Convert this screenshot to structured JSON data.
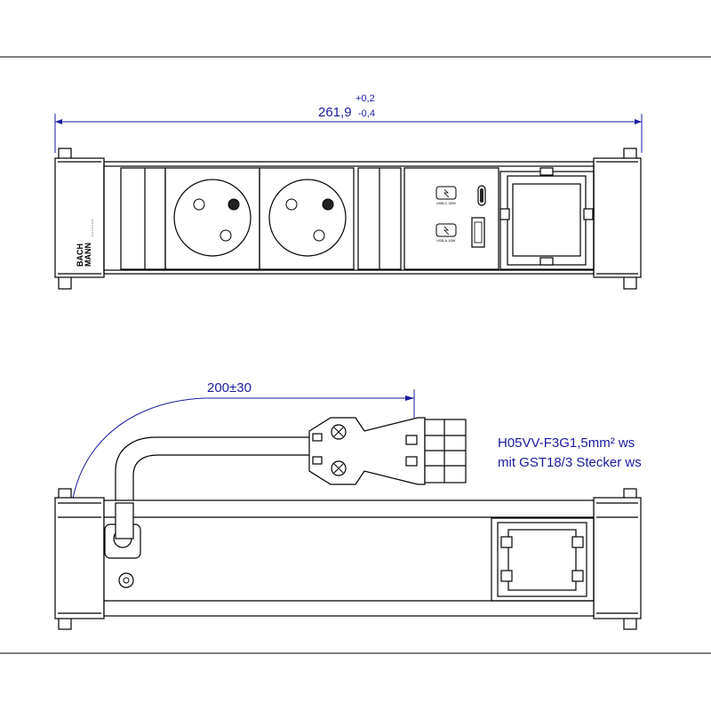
{
  "dimension_top": {
    "value": "261,9",
    "tol_upper": "+0,2",
    "tol_lower": "-0,4"
  },
  "dimension_cable": {
    "value": "200±30"
  },
  "cable_note": {
    "line1": "H05VV-F3G1,5mm² ws",
    "line2": "mit GST18/3  Stecker ws"
  },
  "brand": {
    "line1": "BACH",
    "line2": "MANN"
  },
  "usb": {
    "port1": "USB-C 30W",
    "port2": "USB-A 15W"
  },
  "colors": {
    "line": "#000000",
    "dimension": "#1a1aa0",
    "socket_face": "#f0f0f0"
  }
}
